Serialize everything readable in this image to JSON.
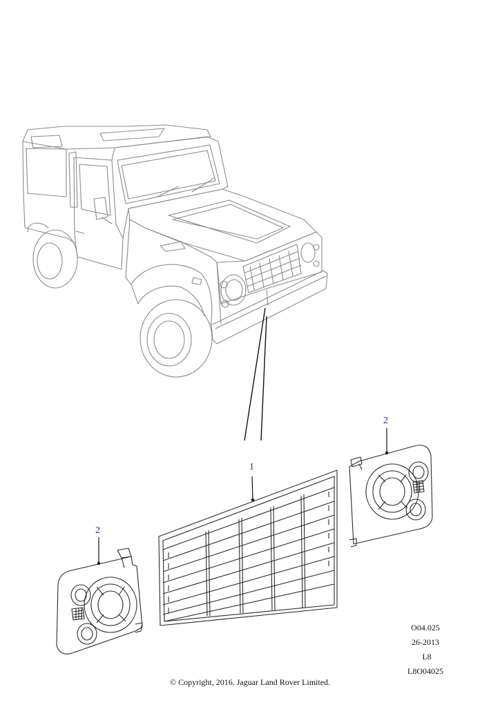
{
  "callouts": {
    "grille": "1",
    "headlamp_left": "2",
    "headlamp_right": "2"
  },
  "meta": {
    "code1": "O04.025",
    "code2": "26-2013",
    "code3": "L8",
    "code4": "L8O04025"
  },
  "copyright": "© Copyright, 2016. Jaguar Land Rover Limited.",
  "colors": {
    "vehicle_outline": "#8a8a8a",
    "part_outline": "#2a2a2a",
    "callout": "#1a2fb5"
  }
}
